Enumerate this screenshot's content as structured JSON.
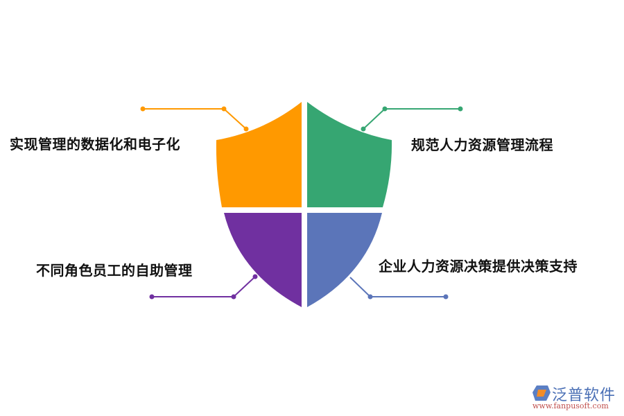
{
  "diagram": {
    "type": "shield-quadrants",
    "items": [
      {
        "position": "top-left",
        "label": "实现管理的数据化和电子化",
        "color": "#FF9900"
      },
      {
        "position": "top-right",
        "label": "规范人力资源管理流程",
        "color": "#36A672"
      },
      {
        "position": "bottom-left",
        "label": "不同角色员工的自助管理",
        "color": "#7030A0"
      },
      {
        "position": "bottom-right",
        "label": "企业人力资源决策提供决策支持",
        "color": "#5B75B9"
      }
    ]
  },
  "logo": {
    "name": "泛普软件",
    "url": "www.fanpusoft.com",
    "icon": "fanpu-logo-icon"
  }
}
